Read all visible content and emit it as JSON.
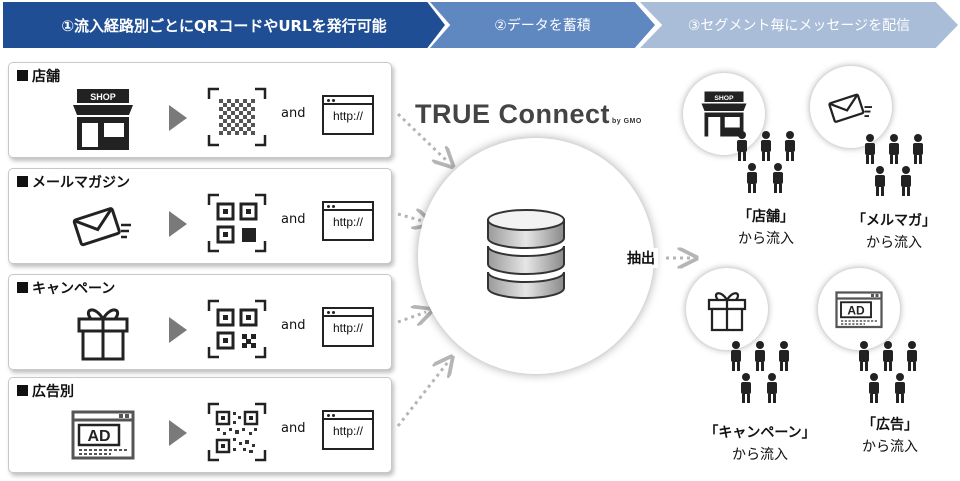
{
  "steps": [
    {
      "label": "①流入経路別ごとにQRコードやURLを発行可能"
    },
    {
      "label": "②データを蓄積"
    },
    {
      "label": "③セグメント毎にメッセージを配信"
    }
  ],
  "sources": [
    {
      "label": "店舗",
      "and": "and",
      "url": "http://"
    },
    {
      "label": "メールマガジン",
      "and": "and",
      "url": "http://"
    },
    {
      "label": "キャンペーン",
      "and": "and",
      "url": "http://"
    },
    {
      "label": "広告別",
      "and": "and",
      "url": "http://"
    }
  ],
  "icons": {
    "shop_sign": "SHOP",
    "ad_sign": "AD"
  },
  "logo": {
    "name": "TRUE Connect",
    "by": "by GMO"
  },
  "extract_label": "抽出",
  "segments": [
    {
      "title": "「店舗」",
      "from": "から流入"
    },
    {
      "title": "「メルマガ」",
      "from": "から流入"
    },
    {
      "title": "「キャンペーン」",
      "from": "から流入"
    },
    {
      "title": "「広告」",
      "from": "から流入"
    }
  ],
  "colors": {
    "step1": "#1f4e95",
    "step2": "#5f87c0",
    "step3": "#a9bdd8",
    "arrow_gray": "#7a7a7a",
    "dotted_line": "#b5b5b5"
  }
}
